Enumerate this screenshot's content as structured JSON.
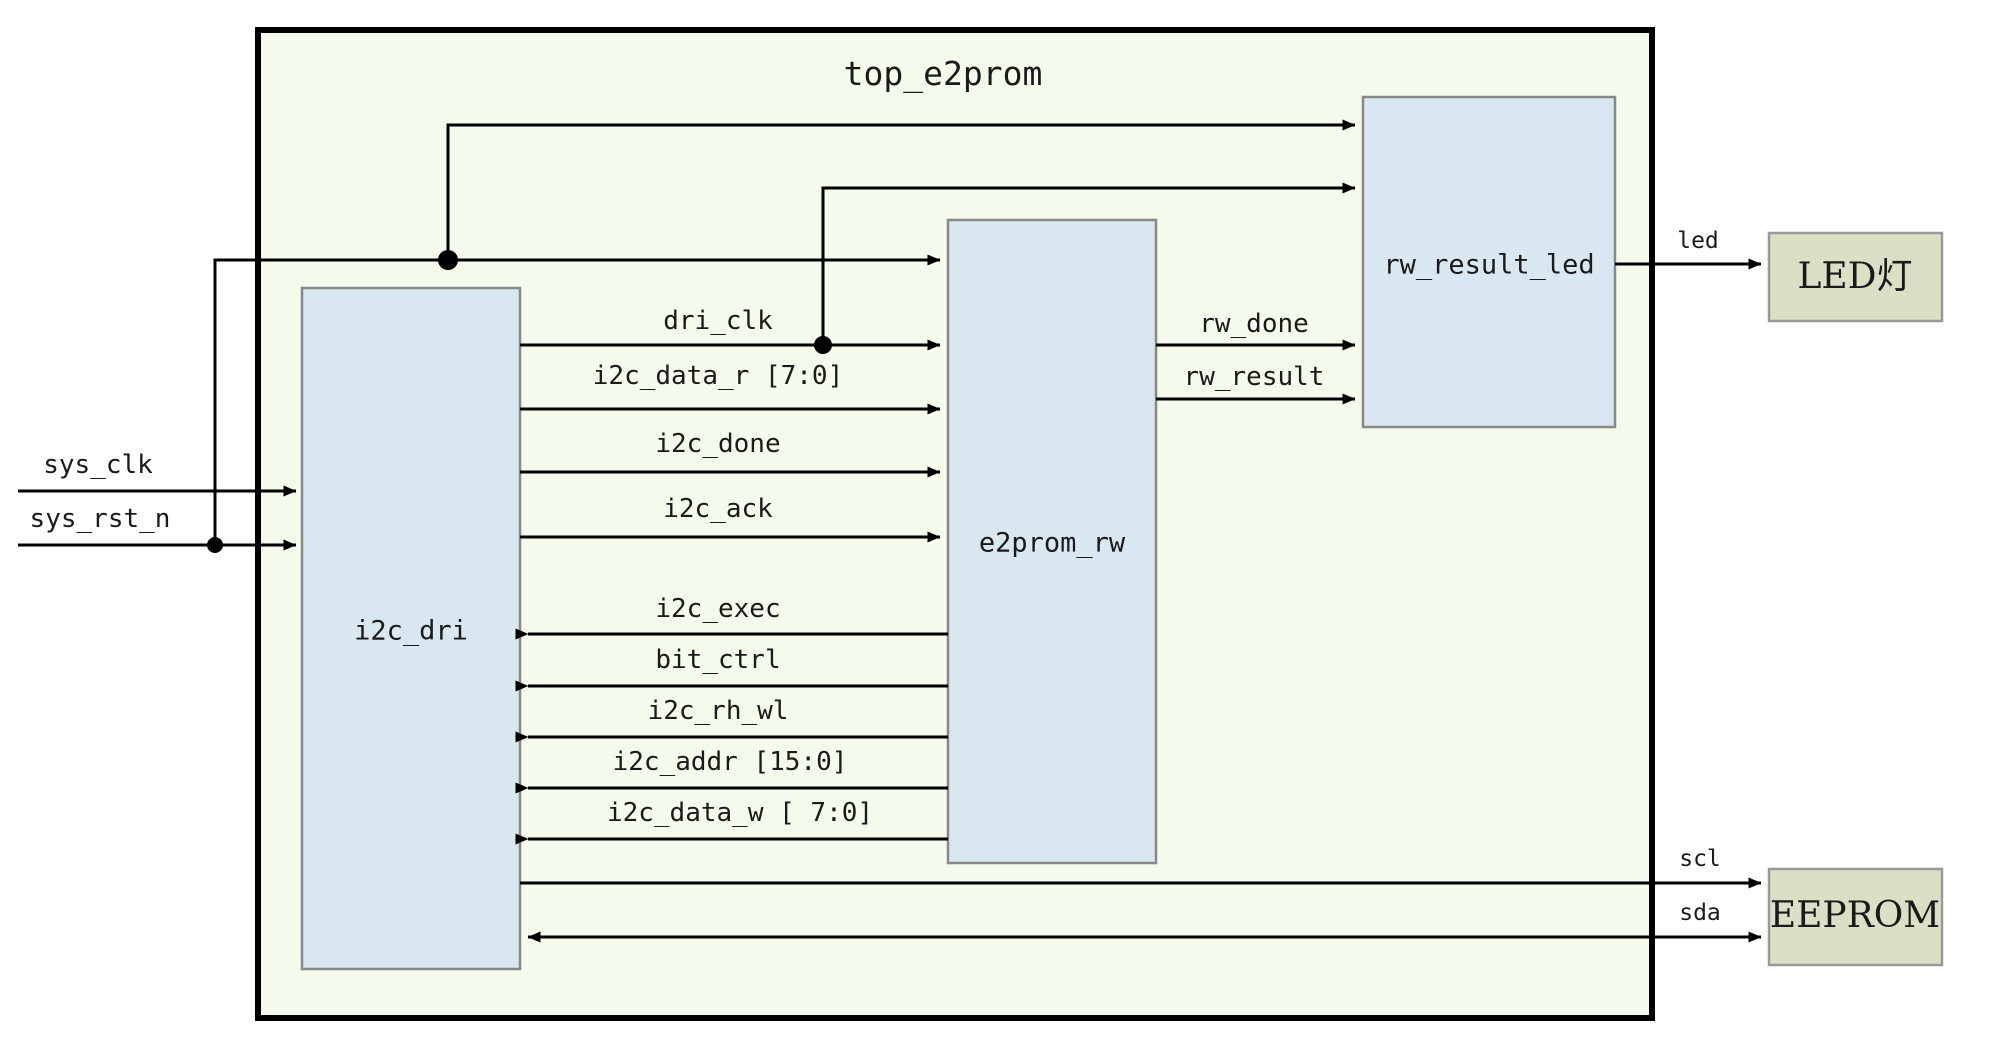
{
  "diagram": {
    "title": "top_e2prom",
    "colors": {
      "container_fill": "#f4faec",
      "container_stroke": "#000000",
      "module_fill": "#d9e8f0",
      "module_stroke": "#888888",
      "external_fill": "#dcdfc6",
      "external_stroke": "#999999",
      "wire": "#000000",
      "text": "#1a1a1a"
    },
    "modules": [
      {
        "id": "i2c_dri",
        "label": "i2c_dri"
      },
      {
        "id": "e2prom_rw",
        "label": "e2prom_rw"
      },
      {
        "id": "rw_result_led",
        "label": "rw_result_led"
      }
    ],
    "external_blocks": [
      {
        "id": "led",
        "label": "LED灯"
      },
      {
        "id": "eeprom",
        "label": "EEPROM"
      }
    ],
    "input_ports": [
      {
        "id": "sys_clk",
        "label": "sys_clk"
      },
      {
        "id": "sys_rst_n",
        "label": "sys_rst_n"
      }
    ],
    "signals_dri_to_rw": [
      {
        "id": "dri_clk",
        "label": "dri_clk"
      },
      {
        "id": "i2c_data_r",
        "label": "i2c_data_r [7:0]"
      },
      {
        "id": "i2c_done",
        "label": "i2c_done"
      },
      {
        "id": "i2c_ack",
        "label": "i2c_ack"
      }
    ],
    "signals_rw_to_dri": [
      {
        "id": "i2c_exec",
        "label": "i2c_exec"
      },
      {
        "id": "bit_ctrl",
        "label": "bit_ctrl"
      },
      {
        "id": "i2c_rh_wl",
        "label": "i2c_rh_wl"
      },
      {
        "id": "i2c_addr",
        "label": "i2c_addr [15:0]"
      },
      {
        "id": "i2c_data_w",
        "label": "i2c_data_w [ 7:0]"
      }
    ],
    "signals_rw_to_led": [
      {
        "id": "rw_done",
        "label": "rw_done"
      },
      {
        "id": "rw_result",
        "label": "rw_result"
      }
    ],
    "signals_external": [
      {
        "id": "led_sig",
        "label": "led"
      },
      {
        "id": "scl",
        "label": "scl"
      },
      {
        "id": "sda",
        "label": "sda"
      }
    ]
  }
}
